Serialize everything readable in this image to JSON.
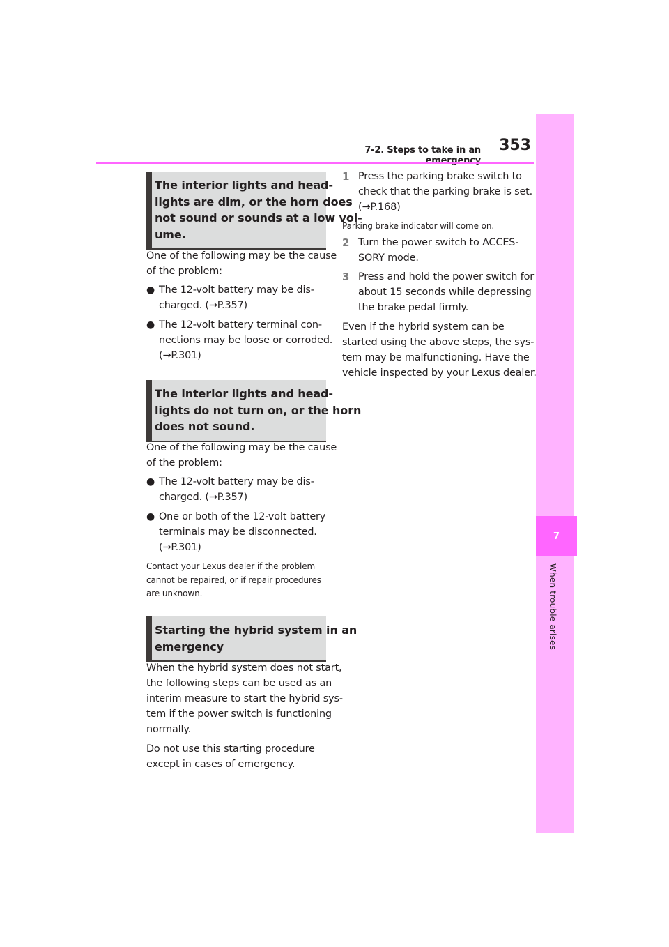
{
  "header": {
    "section_title": "7-2. Steps to take in an emergency",
    "page_number": "353"
  },
  "side_tab": {
    "chapter_number": "7",
    "chapter_title": "When trouble arises"
  },
  "left_column": {
    "heading1": [
      "The interior lights and head-",
      "lights are dim, or the horn does",
      "not sound or sounds at a low vol-",
      "ume."
    ],
    "para1": [
      "One of the following may be the cause",
      "of the problem:"
    ],
    "bullets1": [
      [
        "The 12-volt battery may be dis-",
        "charged. (→P.357)"
      ],
      [
        "The 12-volt battery terminal con-",
        "nections may be loose or corroded.",
        "(→P.301)"
      ]
    ],
    "heading2": [
      "The interior lights and head-",
      "lights do not turn on, or the horn",
      "does not sound."
    ],
    "para2": [
      "One of the following may be the cause",
      "of the problem:"
    ],
    "bullets2": [
      [
        "The 12-volt battery may be dis-",
        "charged. (→P.357)"
      ],
      [
        "One or both of the 12-volt battery",
        "terminals may be disconnected.",
        "(→P.301)"
      ]
    ],
    "note": [
      "Contact your Lexus dealer if the problem",
      "cannot be repaired, or if repair procedures",
      "are unknown."
    ],
    "heading3": [
      "Starting the hybrid system in an",
      "emergency"
    ],
    "para3": [
      "When the hybrid system does not start,",
      "the following steps can be used as an",
      "interim measure to start the hybrid sys-",
      "tem if the power switch is functioning",
      "normally."
    ],
    "para4": [
      "Do not use this starting procedure",
      "except in cases of emergency."
    ]
  },
  "right_column": {
    "step1_num": "1",
    "step1": [
      "Press the parking brake switch to",
      "check that the parking brake is set.",
      "(→P.168)"
    ],
    "step1_note": "Parking brake indicator will come on.",
    "step2_num": "2",
    "step2": [
      "Turn the power switch to ACCES-",
      "SORY mode."
    ],
    "step3_num": "3",
    "step3": [
      "Press and hold the power switch for",
      "about 15 seconds while depressing",
      "the brake pedal firmly."
    ],
    "para": [
      "Even if the hybrid system can be",
      "started using the above steps, the sys-",
      "tem may be malfunctioning. Have the",
      "vehicle inspected by your Lexus dealer."
    ]
  }
}
